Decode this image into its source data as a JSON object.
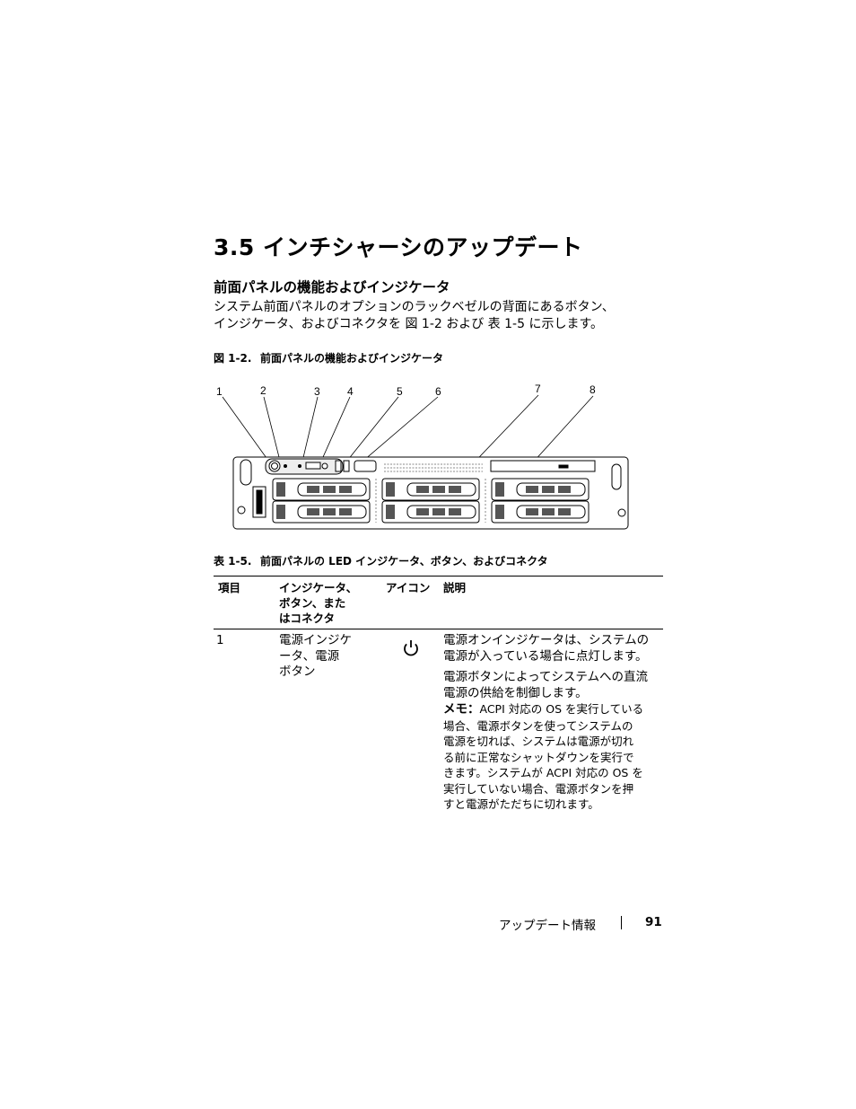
{
  "section": {
    "title": "3.5 インチシャーシのアップデート",
    "subtitle": "前面パネルの機能およびインジケータ",
    "intro_line1": "システム前面パネルのオプションのラックベゼルの背面にあるボタン、",
    "intro_line2": "インジケータ、およびコネクタを 図 1-2 および 表 1-5 に示します。"
  },
  "figure": {
    "number": "図 1-2.",
    "caption": "前面パネルの機能およびインジケータ",
    "callouts": [
      "1",
      "2",
      "3",
      "4",
      "5",
      "6",
      "7",
      "8"
    ],
    "icon": "server-front-panel-illustration"
  },
  "table": {
    "number": "表 1-5.",
    "caption": "前面パネルの LED インジケータ、ボタン、およびコネクタ",
    "headers": {
      "item": "項目",
      "name_line1": "インジケータ、",
      "name_line2": "ボタン、また",
      "name_line3": "はコネクタ",
      "icon": "アイコン",
      "description": "説明"
    },
    "rows": [
      {
        "item": "1",
        "name_line1": "電源インジケ",
        "name_line2": "ータ、電源",
        "name_line3": "ボタン",
        "icon": "power-icon",
        "desc1_line1": "電源オンインジケータは、システムの",
        "desc1_line2": "電源が入っている場合に点灯します。",
        "desc2_line1": "電源ボタンによってシステムへの直流",
        "desc2_line2": "電源の供給を制御します。",
        "note_label": "メモ：",
        "note_line1": "ACPI 対応の OS を実行している",
        "note_line2": "場合、電源ボタンを使ってシステムの",
        "note_line3": "電源を切れば、システムは電源が切れ",
        "note_line4": "る前に正常なシャットダウンを実行で",
        "note_line5": "きます。システムが ACPI 対応の OS を",
        "note_line6": "実行していない場合、電源ボタンを押",
        "note_line7": "すと電源がただちに切れます。"
      }
    ]
  },
  "footer": {
    "text": "アップデート情報",
    "page": "91"
  }
}
